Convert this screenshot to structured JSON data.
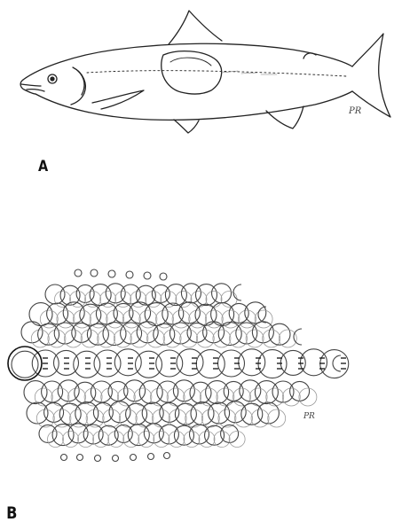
{
  "figure": {
    "panel_a": {
      "label": "A",
      "initials": "PR"
    },
    "panel_b": {
      "label": "B",
      "initials": "PR"
    }
  },
  "colors": {
    "ink": "#222222",
    "scale_ink": "#444444",
    "background": "#ffffff"
  }
}
